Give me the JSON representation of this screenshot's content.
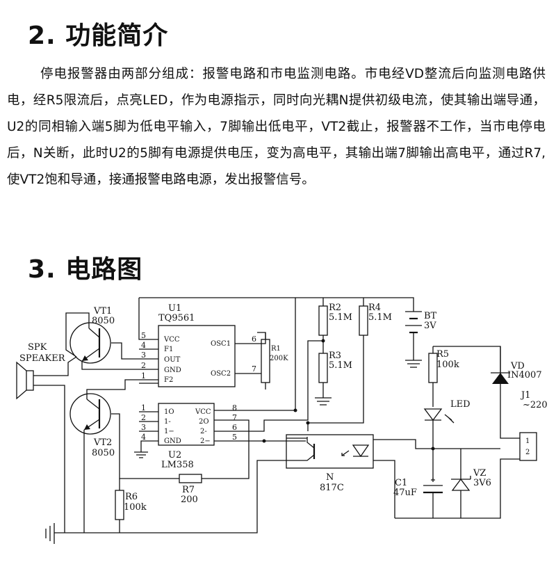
{
  "section2": {
    "heading": "2. 功能简介"
  },
  "paragraph": "停电报警器由两部分组成：报警电路和市电监测电路。市电经VD整流后向监测电路供电，经R5限流后，点亮LED，作为电源指示，同时向光耦N提供初级电流，使其输出端导通，U2的同相输入端5脚为低电平输入，7脚输出低电平，VT2截止，报警器不工作，当市电停电后，N关断，此时U2的5脚有电源提供电压，变为高电平，其输出端7脚输出高电平，通过R7,使VT2饱和导通，接通报警电路电源，发出报警信号。",
  "section3": {
    "heading": "3. 电路图"
  },
  "circuit": {
    "vt1": {
      "name": "VT1",
      "part": "8050"
    },
    "vt2": {
      "name": "VT2",
      "part": "8050"
    },
    "spk": {
      "name": "SPK",
      "part": "SPEAKER"
    },
    "u1": {
      "name": "U1",
      "part": "TQ9561",
      "left_pins": [
        "VCC",
        "F1",
        "OUT",
        "GND",
        "F2"
      ],
      "left_nums": [
        "5",
        "4",
        "3",
        "2",
        "1"
      ],
      "right_pins": [
        "OSC1",
        "OSC2"
      ],
      "right_nums": [
        "6",
        "7"
      ]
    },
    "u2": {
      "name": "U2",
      "part": "LM358",
      "left_pins": [
        "1O",
        "1-",
        "1−",
        "GND"
      ],
      "left_nums": [
        "1",
        "2",
        "3",
        "4"
      ],
      "right_pins": [
        "VCC",
        "2O",
        "2-",
        "2−"
      ],
      "right_nums": [
        "8",
        "7",
        "6",
        "5"
      ]
    },
    "r1": {
      "name": "R1",
      "value": "200K"
    },
    "r2": {
      "name": "R2",
      "value": "5.1M"
    },
    "r3": {
      "name": "R3",
      "value": "5.1M"
    },
    "r4": {
      "name": "R4",
      "value": "5.1M"
    },
    "r5": {
      "name": "R5",
      "value": "100k"
    },
    "r6": {
      "name": "R6",
      "value": "100k"
    },
    "r7": {
      "name": "R7",
      "value": "200"
    },
    "bt": {
      "name": "BT",
      "value": "3V"
    },
    "led": {
      "name": "LED"
    },
    "vd": {
      "name": "VD",
      "part": "IN4007"
    },
    "j1": {
      "name": "J1",
      "value": "~220",
      "pins": [
        "1",
        "2"
      ]
    },
    "n": {
      "name": "N",
      "part": "817C"
    },
    "c1": {
      "name": "C1",
      "value": "47uF"
    },
    "vz": {
      "name": "VZ",
      "value": "3V6"
    }
  }
}
